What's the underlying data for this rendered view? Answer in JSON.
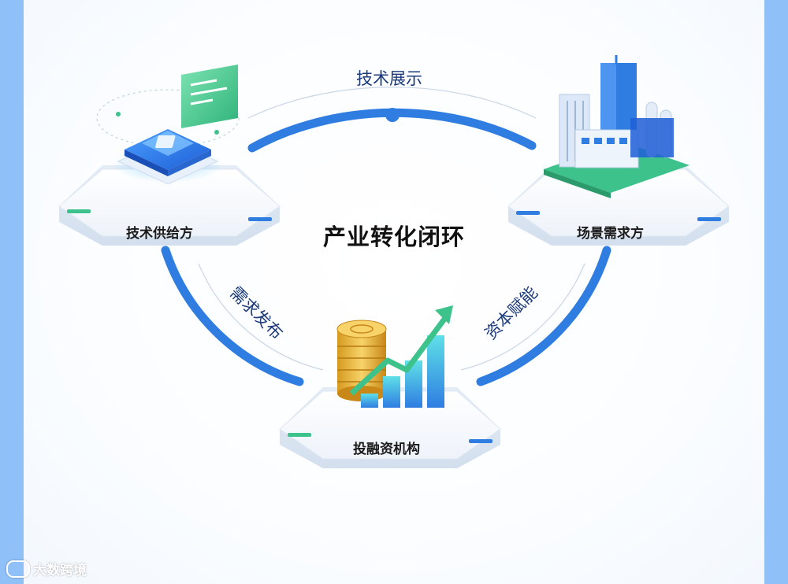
{
  "title": "产业转化闭环",
  "nodes": [
    {
      "id": "tech_supplier",
      "label": "技术供给方",
      "icon": "chip-icon"
    },
    {
      "id": "scenario_demand",
      "label": "场景需求方",
      "icon": "factory-icon"
    },
    {
      "id": "investment",
      "label": "投融资机构",
      "icon": "coins-growth-icon"
    }
  ],
  "flows": [
    {
      "from": "tech_supplier",
      "to": "scenario_demand",
      "label": "技术展示"
    },
    {
      "from": "scenario_demand",
      "to": "investment",
      "label": "资本赋能"
    },
    {
      "from": "investment",
      "to": "tech_supplier",
      "label": "需求发布"
    }
  ],
  "watermark": "大数跨境",
  "colors": {
    "ring": "#2f7de1",
    "accent_green": "#3cc28a",
    "platform": "#f4f8fd",
    "frame": "#8fc0f8"
  }
}
